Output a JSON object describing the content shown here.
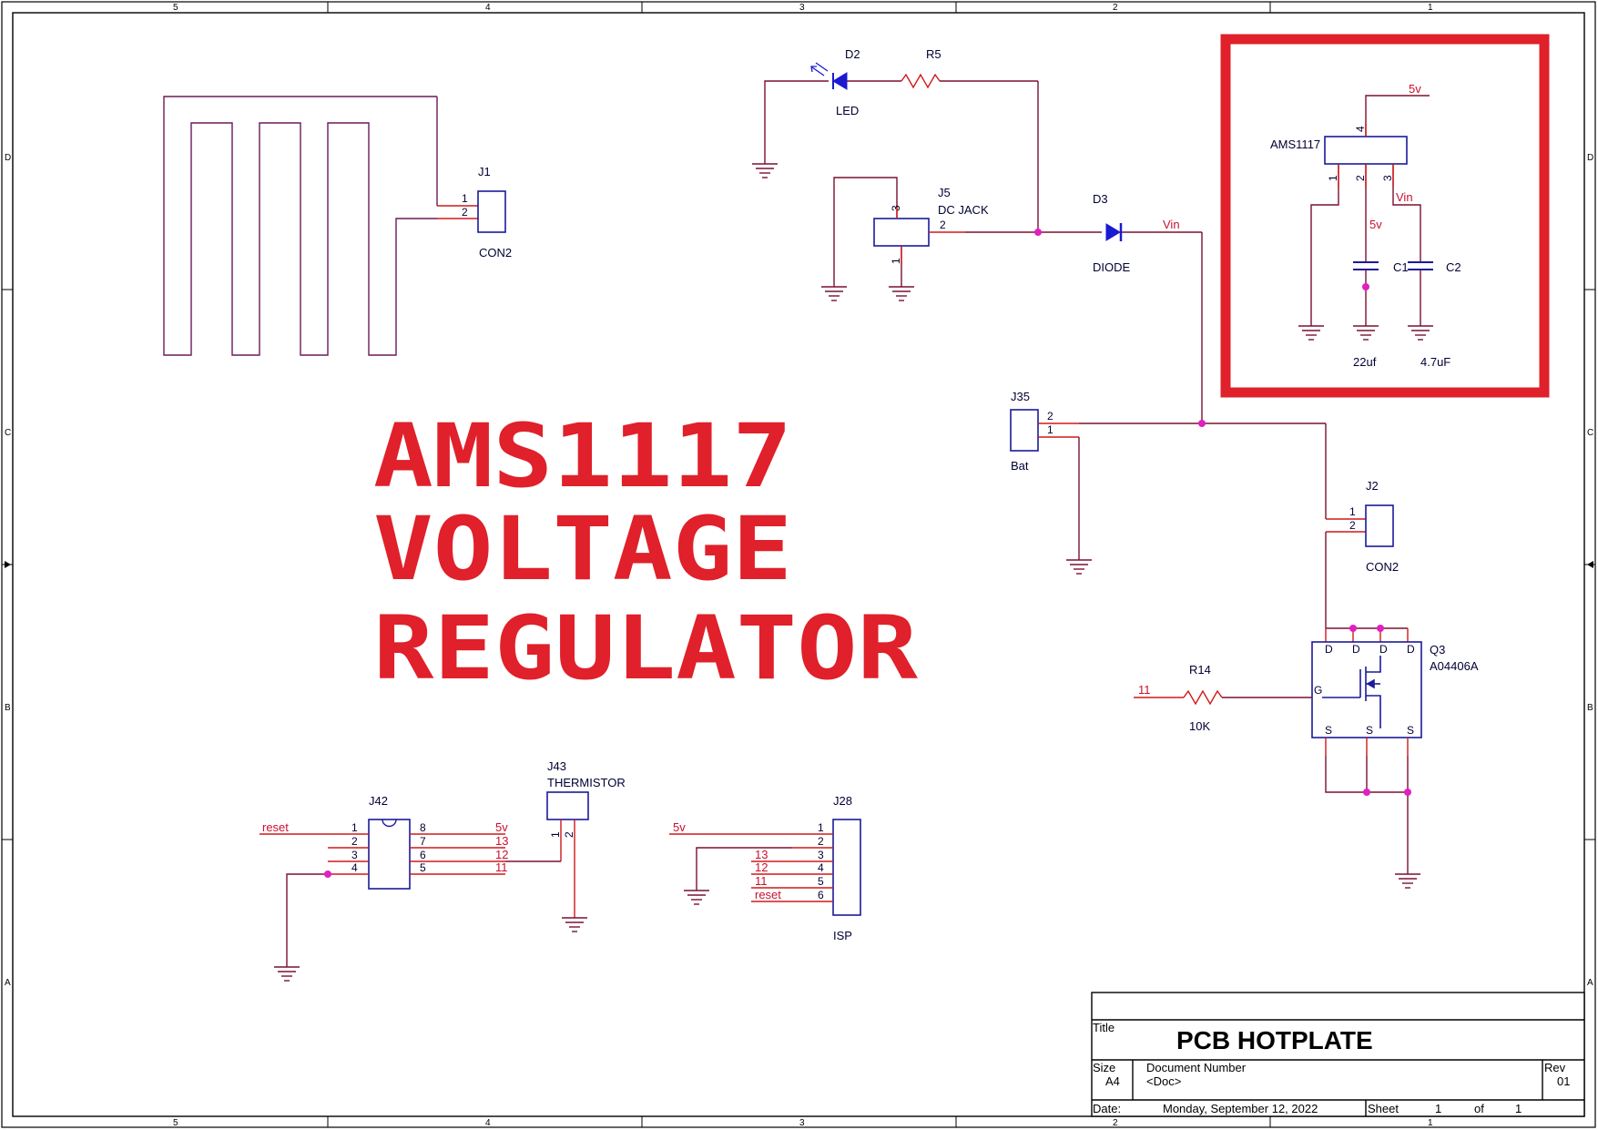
{
  "frame": {
    "columns": [
      "5",
      "4",
      "3",
      "2",
      "1"
    ],
    "rows": [
      "D",
      "C",
      "B",
      "A"
    ]
  },
  "overlay_text": [
    "AMS1117",
    "VOLTAGE",
    "REGULATOR"
  ],
  "highlight_color": "#e0202a",
  "components": {
    "j1": {
      "ref": "J1",
      "value": "CON2",
      "pins": [
        "1",
        "2"
      ]
    },
    "d2": {
      "ref": "D2",
      "value": "LED"
    },
    "r5": {
      "ref": "R5"
    },
    "j5": {
      "ref": "J5",
      "value": "DC JACK",
      "pins": [
        "3",
        "2",
        "1"
      ]
    },
    "d3": {
      "ref": "D3",
      "value": "DIODE"
    },
    "u_reg": {
      "ref": "AMS1117",
      "pins": [
        "4",
        "1",
        "2",
        "3"
      ]
    },
    "c1": {
      "ref": "C1",
      "value": "22uf"
    },
    "c2": {
      "ref": "C2",
      "value": "4.7uF"
    },
    "j35": {
      "ref": "J35",
      "value": "Bat",
      "pins": [
        "2",
        "1"
      ]
    },
    "j2": {
      "ref": "J2",
      "value": "CON2",
      "pins": [
        "1",
        "2"
      ]
    },
    "q3": {
      "ref": "Q3",
      "value": "A04406A",
      "d": "D",
      "s": "S",
      "g": "G"
    },
    "r14": {
      "ref": "R14",
      "value": "10K"
    },
    "j42": {
      "ref": "J42",
      "left_pins": [
        "1",
        "2",
        "3",
        "4"
      ],
      "right_pins": [
        "8",
        "7",
        "6",
        "5"
      ]
    },
    "j43": {
      "ref": "J43",
      "value": "THERMISTOR",
      "pins": [
        "1",
        "2"
      ]
    },
    "j28": {
      "ref": "J28",
      "value": "ISP",
      "pins": [
        "1",
        "2",
        "3",
        "4",
        "5",
        "6"
      ]
    }
  },
  "nets": {
    "vin": "Vin",
    "v5": "5v",
    "reset": "reset",
    "n11": "11",
    "n12": "12",
    "n13": "13"
  },
  "title_block": {
    "title_label": "Title",
    "title": "PCB HOTPLATE",
    "size_label": "Size",
    "size": "A4",
    "doc_label": "Document Number",
    "doc": "<Doc>",
    "rev_label": "Rev",
    "rev": "01",
    "date_label": "Date:",
    "date": "Monday, September 12, 2022",
    "sheet_label": "Sheet",
    "sheet": "1",
    "of_label": "of",
    "of": "1"
  }
}
